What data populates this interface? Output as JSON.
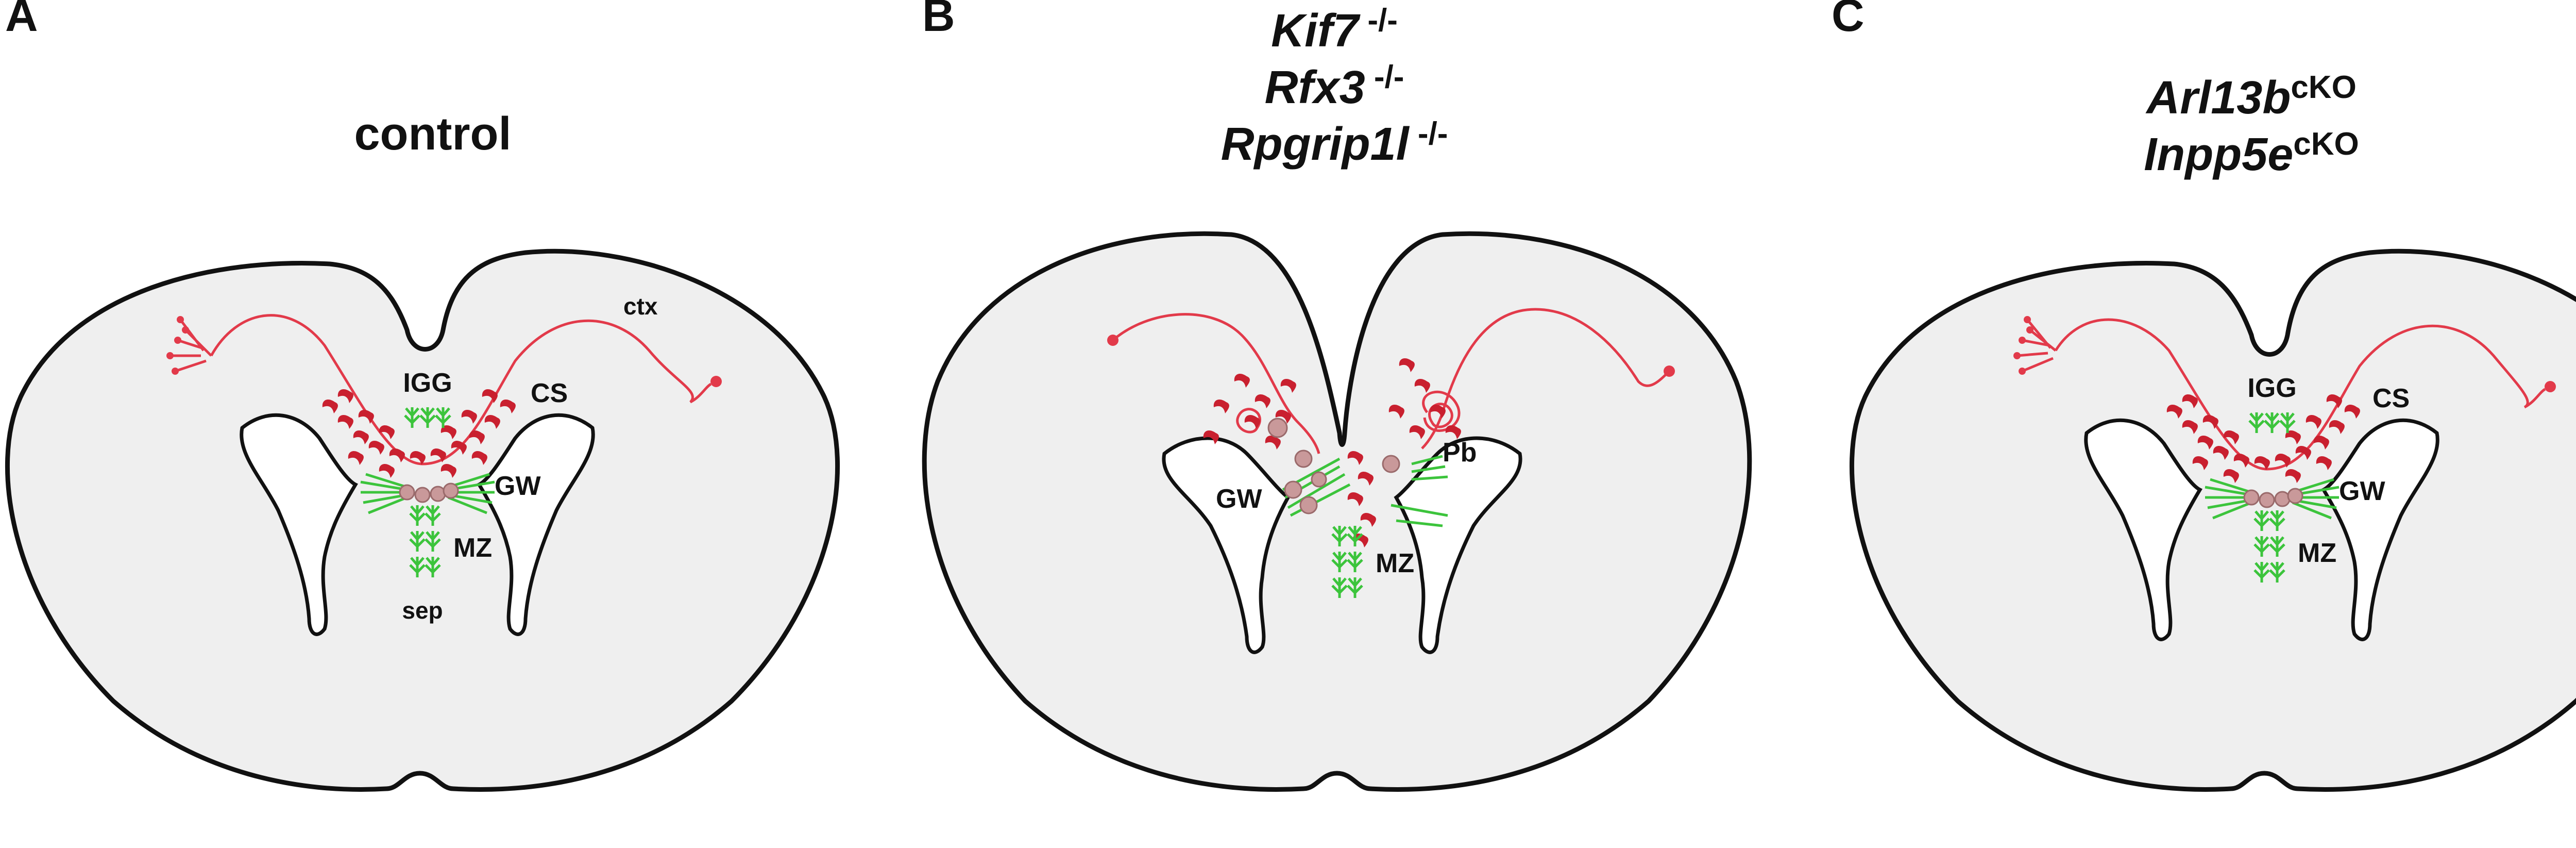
{
  "panels": [
    {
      "letter": "A",
      "title_lines": [
        {
          "text": "control",
          "sup": ""
        }
      ],
      "labels": {
        "igg": "IGG",
        "cs": "CS",
        "gw": "GW",
        "mz": "MZ",
        "ctx": "ctx",
        "sep": "sep"
      }
    },
    {
      "letter": "B",
      "title_lines": [
        {
          "text": "Kif7",
          "sup": " -/-"
        },
        {
          "text": "Rfx3",
          "sup": " -/-"
        },
        {
          "text": "Rpgrip1l",
          "sup": " -/-"
        }
      ],
      "labels": {
        "gw": "GW",
        "pb": "Pb",
        "mz": "MZ"
      }
    },
    {
      "letter": "C",
      "title_lines": [
        {
          "text": "Arl13b",
          "sup": "cKO"
        },
        {
          "text": "Inpp5e",
          "sup": "cKO"
        }
      ],
      "labels": {
        "igg": "IGG",
        "cs": "CS",
        "gw": "GW",
        "mz": "MZ"
      }
    }
  ],
  "colors": {
    "axon": "#e23a4a",
    "glia_red": "#c9202f",
    "glia_green": "#3cc43c",
    "neuron_cell": "#c9999a",
    "brain_fill": "#efefef"
  }
}
